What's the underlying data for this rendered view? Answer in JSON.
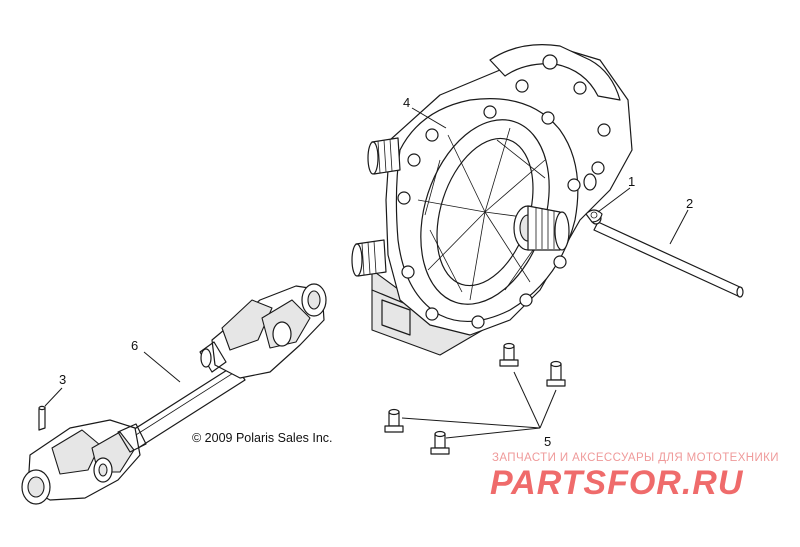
{
  "callouts": {
    "c1": "1",
    "c2": "2",
    "c3": "3",
    "c4": "4",
    "c5": "5",
    "c6": "6"
  },
  "copyright": "© 2009 Polaris Sales Inc.",
  "watermark": {
    "tagline": "ЗАПЧАСТИ И АКСЕССУАРЫ ДЛЯ МОТОТЕХНИКИ",
    "logo": "PARTSFOR.RU"
  },
  "colors": {
    "line": "#1a1a1a",
    "watermark": "#ef6b6b"
  }
}
